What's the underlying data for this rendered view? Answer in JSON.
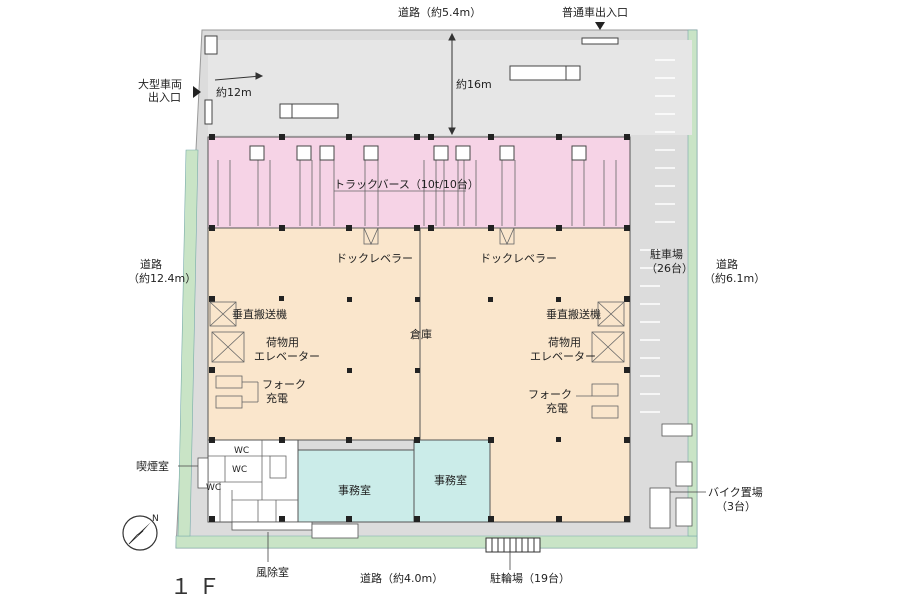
{
  "floor_label": "１Ｆ",
  "colors": {
    "road": "#dcdcdc",
    "green_strip": "#c9e4c6",
    "truck_berth": "#f6d3e6",
    "warehouse": "#fae6cc",
    "office": "#cbece9",
    "wall": "#333333"
  },
  "labels": {
    "road_top": "道路（約5.4m）",
    "road_bottom": "道路（約4.0m）",
    "road_left_1": "道路",
    "road_left_2": "（約12.4m）",
    "road_right_1": "道路",
    "road_right_2": "（約6.1m）",
    "car_entrance": "普通車出入口",
    "large_entrance_1": "大型車両",
    "large_entrance_2": "出入口",
    "dim_12m": "約12m",
    "dim_16m": "約16m",
    "truck_berth": "トラックバース（10t/10台）",
    "dock_leveler_left": "ドックレベラー",
    "dock_leveler_right": "ドックレベラー",
    "vertical_conveyor_left": "垂直搬送機",
    "vertical_conveyor_right": "垂直搬送機",
    "freight_elevator_left_1": "荷物用",
    "freight_elevator_left_2": "エレベーター",
    "freight_elevator_right_1": "荷物用",
    "freight_elevator_right_2": "エレベーター",
    "warehouse": "倉庫",
    "fork_charge_left_1": "フォーク",
    "fork_charge_left_2": "充電",
    "fork_charge_right_1": "フォーク",
    "fork_charge_right_2": "充電",
    "parking_1": "駐車場",
    "parking_2": "（26台）",
    "smoking_room": "喫煙室",
    "wc_1": "WC",
    "wc_2": "WC",
    "wc_3": "WC",
    "office_1": "事務室",
    "office_2": "事務室",
    "bike_parking_1": "バイク置場",
    "bike_parking_2": "（3台）",
    "windbreak_room": "風除室",
    "bicycle_parking": "駐輪場（19台）",
    "north": "N"
  },
  "icons": {
    "north_arrow": "compass-north-icon",
    "entrance_arrow": "triangle-arrow-icon",
    "truck": "truck-icon"
  }
}
